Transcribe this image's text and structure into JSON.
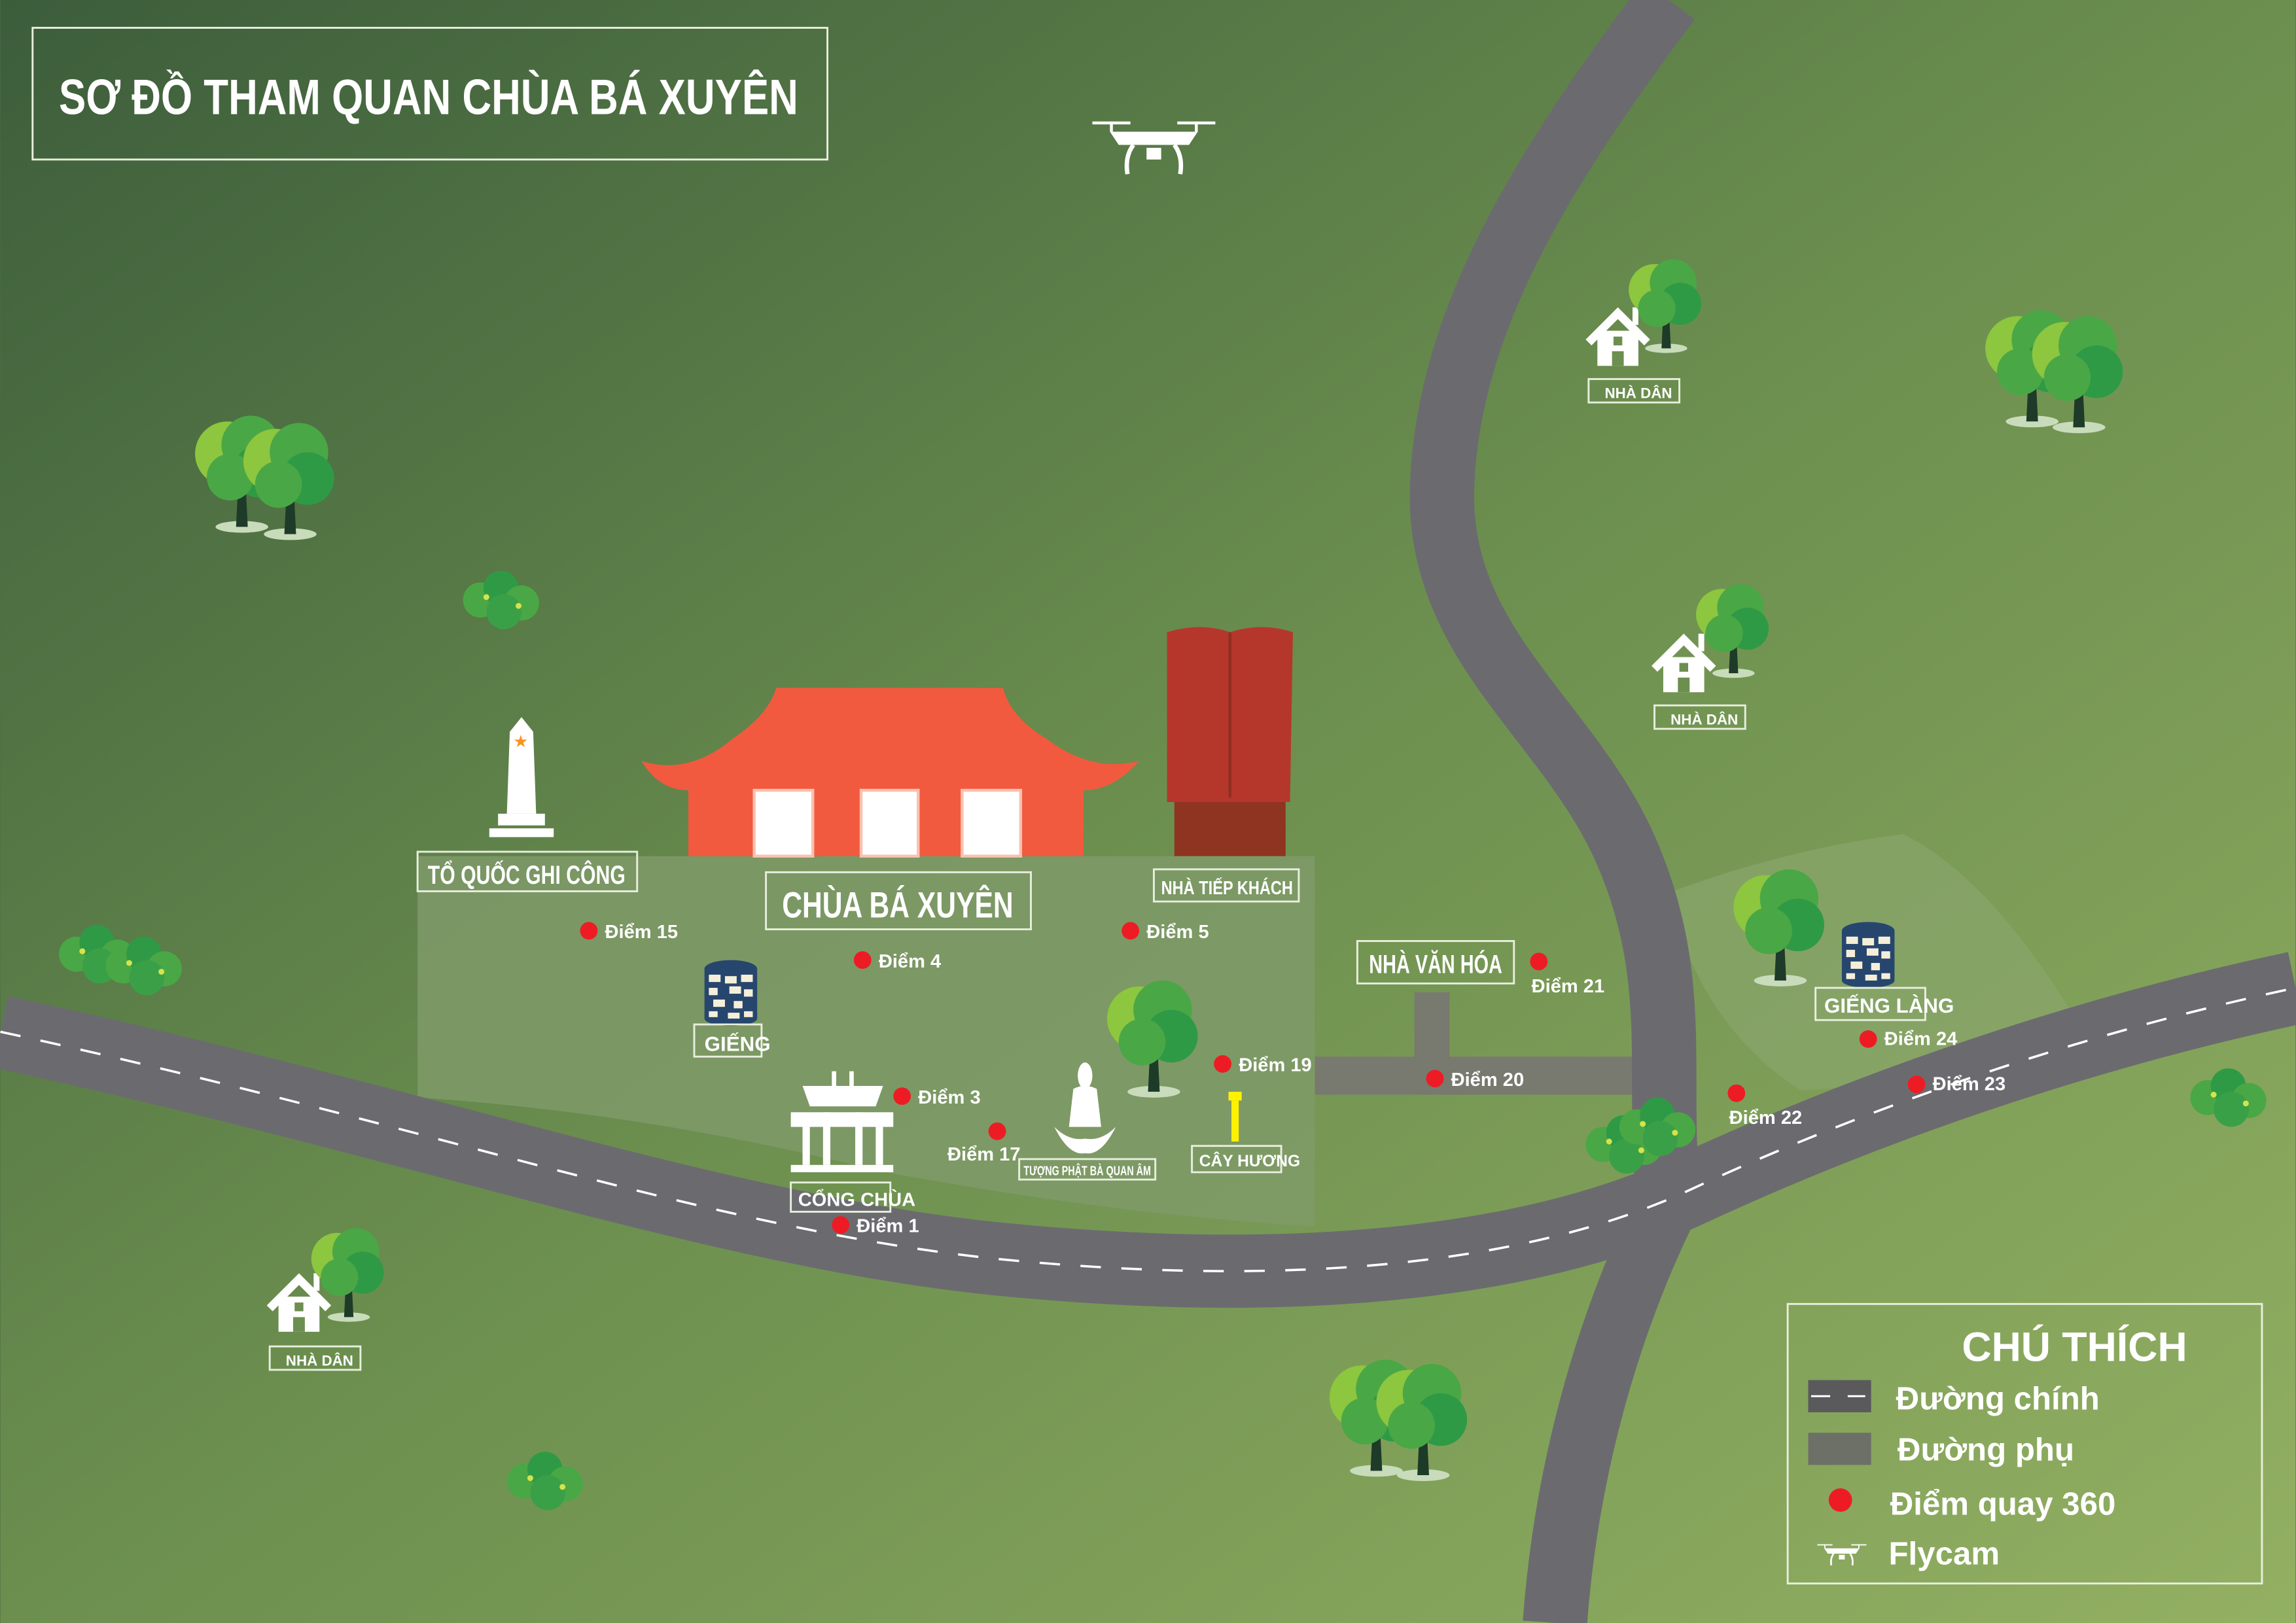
{
  "title": "SƠ ĐỒ THAM QUAN CHÙA BÁ XUYÊN",
  "places": {
    "to_quoc_ghi_cong": "TỔ QUỐC GHI CÔNG",
    "chua": "CHÙA BÁ XUYÊN",
    "nha_tiep_khach": "NHÀ TIẾP KHÁCH",
    "gieng": "GIẾNG",
    "cong_chua": "CỔNG CHÙA",
    "tuong_phat": "TƯỢNG PHẬT BÀ QUAN ÂM",
    "cay_huong": "CÂY HƯƠNG",
    "nha_van_hoa": "NHÀ VĂN HÓA",
    "gieng_lang": "GIẾNG LÀNG",
    "nha_dan": "NHÀ DÂN"
  },
  "points": {
    "p1": "Điểm 1",
    "p3": "Điểm 3",
    "p4": "Điểm 4",
    "p5": "Điểm 5",
    "p15": "Điểm 15",
    "p17": "Điểm 17",
    "p19": "Điểm 19",
    "p20": "Điểm 20",
    "p21": "Điểm 21",
    "p22": "Điểm 22",
    "p23": "Điểm 23",
    "p24": "Điểm 24"
  },
  "legend": {
    "title": "CHÚ THÍCH",
    "main_road": "Đường chính",
    "side_road": "Đường phụ",
    "point360": "Điểm quay 360",
    "flycam": "Flycam"
  },
  "colors": {
    "point": "#ed1c24",
    "main_road": "#6b6b6f",
    "side_road": "#78796f",
    "temple_roof": "#f15a3f",
    "guest_house": "#b5372c"
  }
}
